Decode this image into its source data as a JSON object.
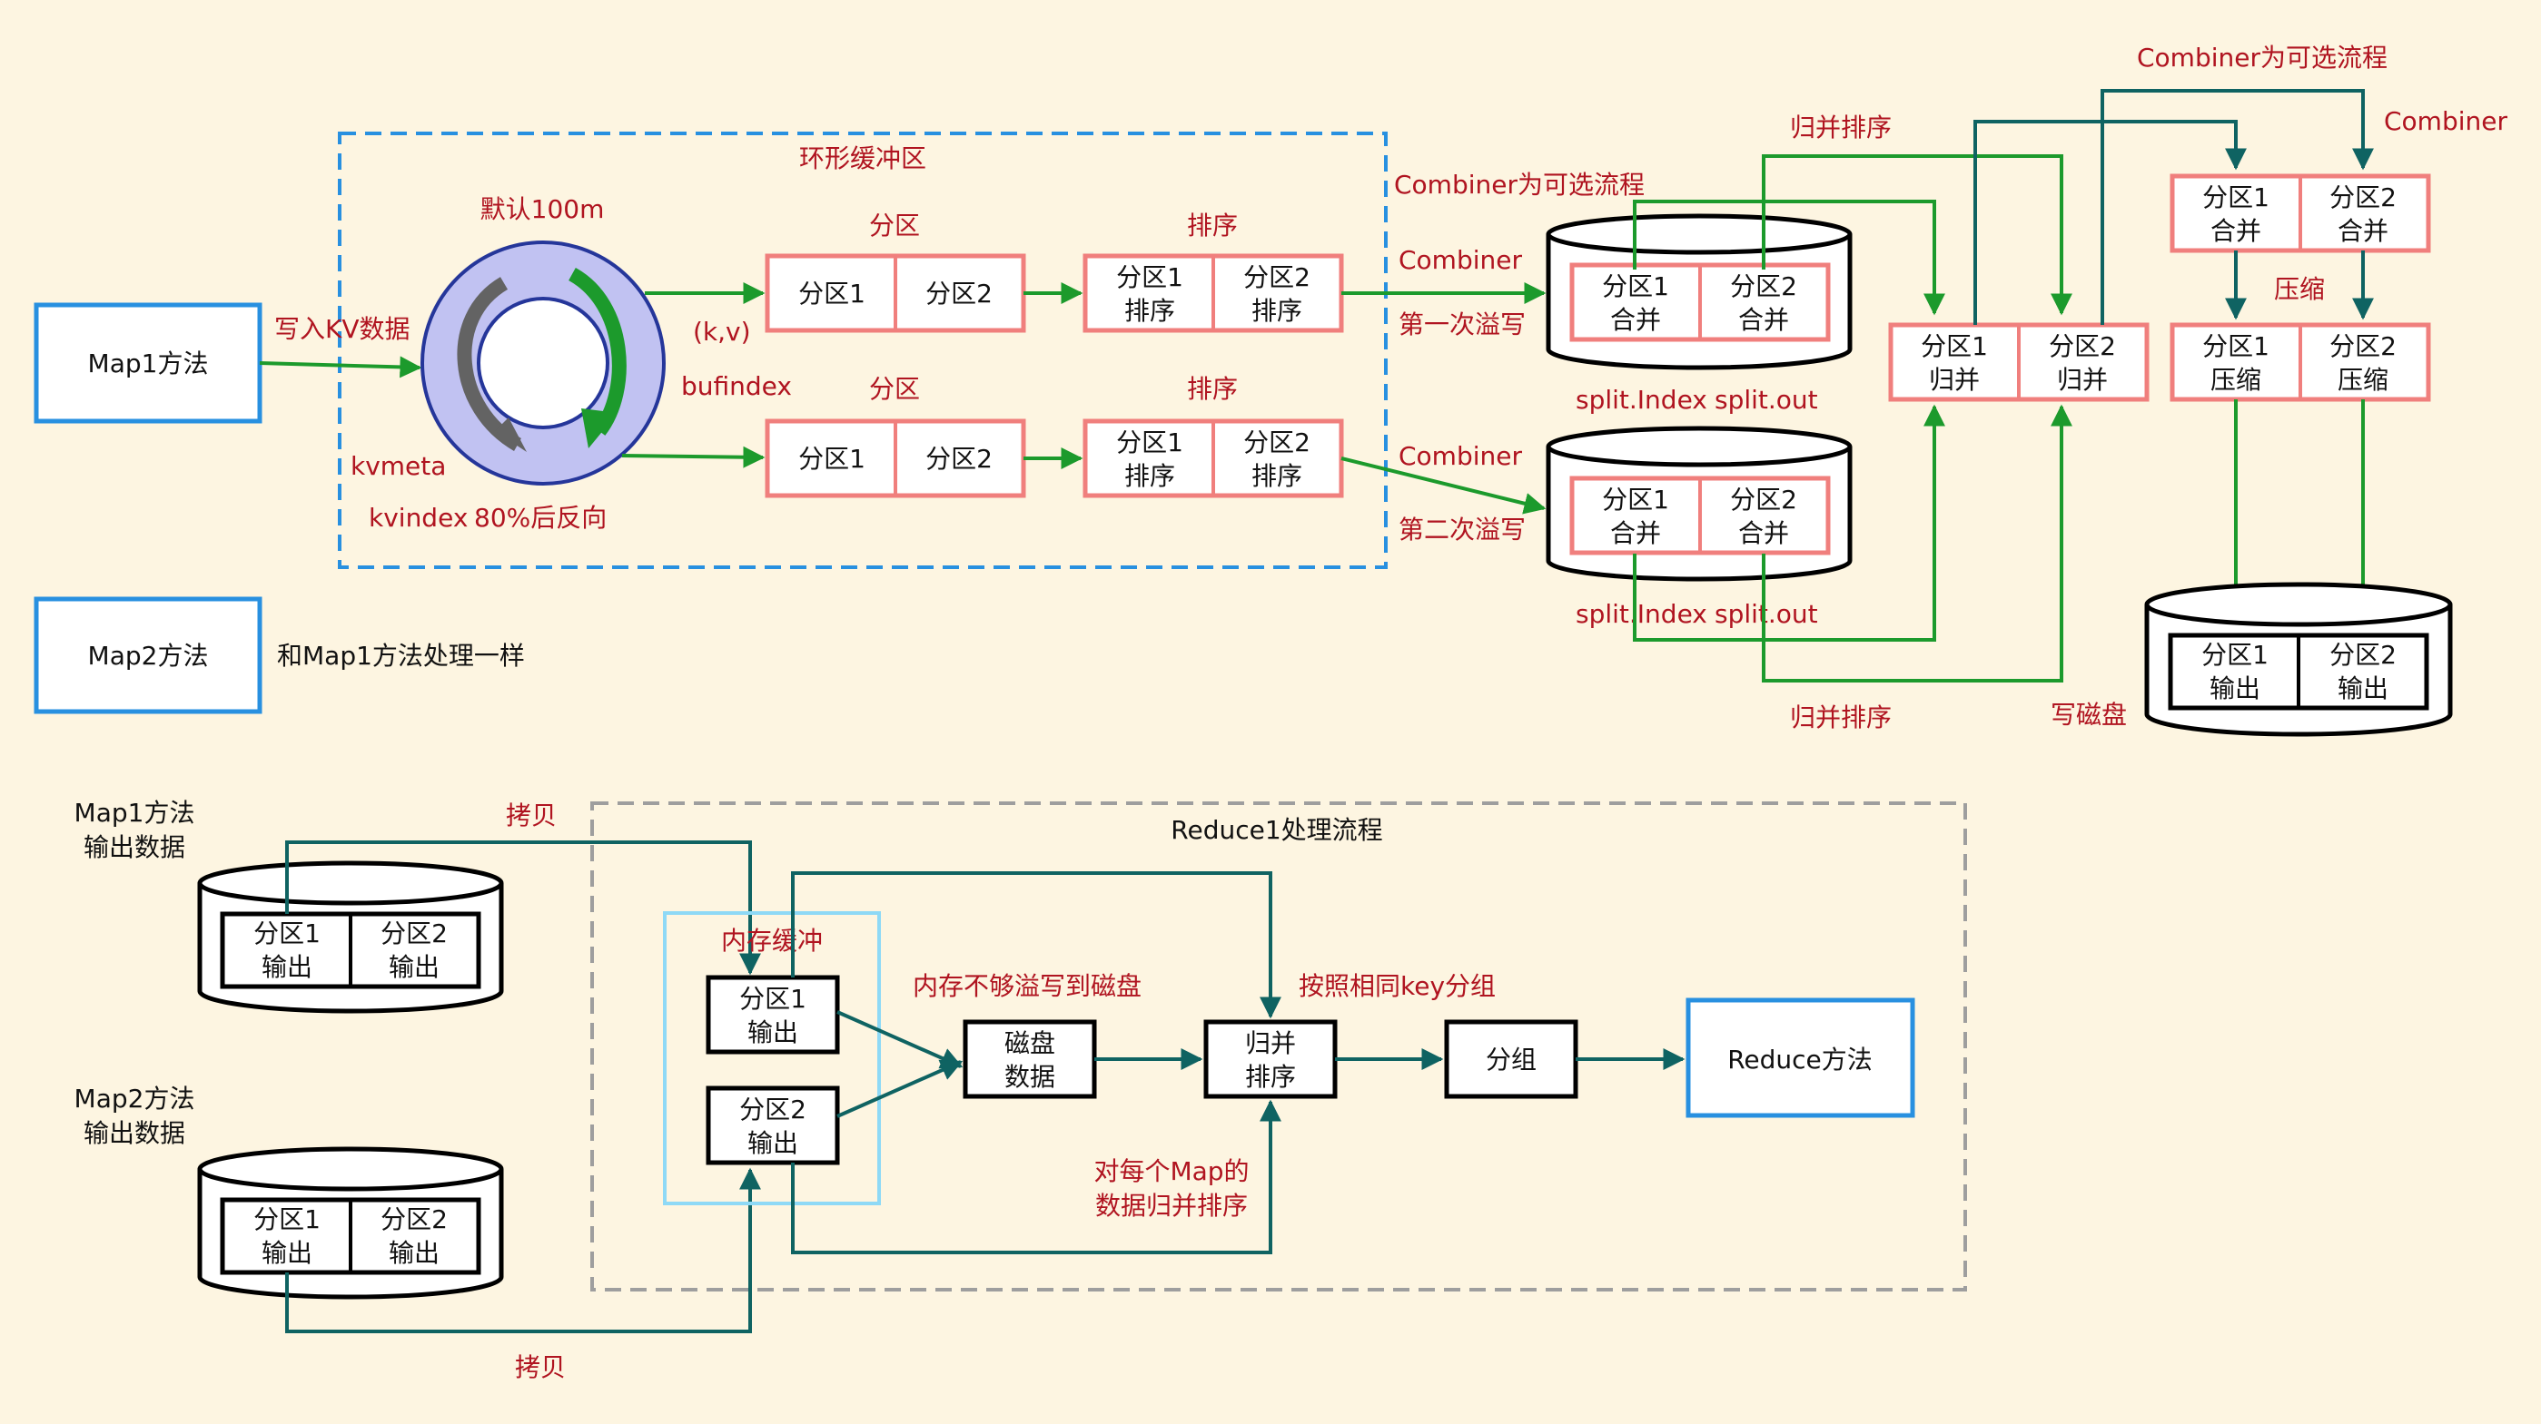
{
  "colors": {
    "background": "#fdf5e1",
    "label_red": "#b01420",
    "green_arrow": "#1c9a2c",
    "teal_arrow": "#0f6362",
    "blue_box": "#2890e0",
    "red_cell": "#f07f7d",
    "ring": "#c1c2f2"
  },
  "map": {
    "map1": "Map1方法",
    "map2": "Map2方法",
    "map2_note": "和Map1方法处理一样",
    "write_kv": "写入KV数据",
    "ring_buffer": "环形缓冲区",
    "default_size": "默认100m",
    "kv": "(k,v)",
    "bufindex": "bufindex",
    "kvmeta": "kvmeta",
    "kvindex": "kvindex",
    "reverse": "80%后反向",
    "partition": "分区",
    "sort": "排序",
    "p1": "分区1",
    "p2": "分区2",
    "p1_sort": [
      "分区1",
      "排序"
    ],
    "p2_sort": [
      "分区2",
      "排序"
    ]
  },
  "spill": {
    "combiner_optional": "Combiner为可选流程",
    "combiner": "Combiner",
    "first_spill": "第一次溢写",
    "second_spill": "第二次溢写",
    "p1_merge": [
      "分区1",
      "合并"
    ],
    "p2_merge": [
      "分区2",
      "合并"
    ],
    "split_index": "split.Index",
    "split_out": "split.out"
  },
  "merge": {
    "merge_sort": "归并排序",
    "p1_merge_sort": [
      "分区1",
      "归并"
    ],
    "p2_merge_sort": [
      "分区2",
      "归并"
    ],
    "combiner_optional": "Combiner为可选流程",
    "combiner": "Combiner",
    "compress": "压缩",
    "p1_combine": [
      "分区1",
      "合并"
    ],
    "p2_combine": [
      "分区2",
      "合并"
    ],
    "p1_compress": [
      "分区1",
      "压缩"
    ],
    "p2_compress": [
      "分区2",
      "压缩"
    ],
    "write_disk": "写磁盘",
    "p1_output": [
      "分区1",
      "输出"
    ],
    "p2_output": [
      "分区2",
      "输出"
    ]
  },
  "reduce": {
    "map1_output": [
      "Map1方法",
      "输出数据"
    ],
    "map2_output": [
      "Map2方法",
      "输出数据"
    ],
    "copy": "拷贝",
    "title": "Reduce1处理流程",
    "mem_buffer": "内存缓冲",
    "mem_spill": "内存不够溢写到磁盘",
    "group_by_key": "按照相同key分组",
    "per_map_sort": [
      "对每个Map的",
      "数据归并排序"
    ],
    "p1_output": [
      "分区1",
      "输出"
    ],
    "p2_output": [
      "分区2",
      "输出"
    ],
    "disk_data": [
      "磁盘",
      "数据"
    ],
    "merge_sort": [
      "归并",
      "排序"
    ],
    "group": "分组",
    "reduce_method": "Reduce方法"
  }
}
